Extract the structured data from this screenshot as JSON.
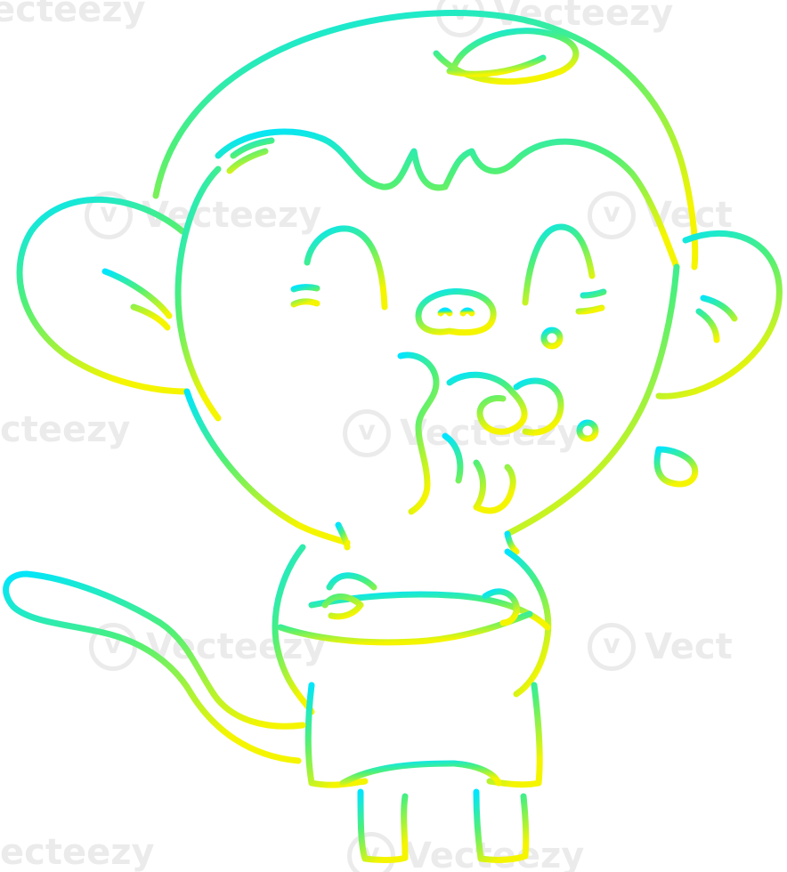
{
  "watermark": {
    "brand_text": "Vecteezy",
    "left_fragment": "ecteezy",
    "left_fragment_2": "cteezy",
    "right_fragment": "Vect"
  },
  "colors": {
    "gradient_start": "#00e5ff",
    "gradient_mid": "#4cf07a",
    "gradient_end": "#f5f500",
    "background": "#ffffff"
  }
}
